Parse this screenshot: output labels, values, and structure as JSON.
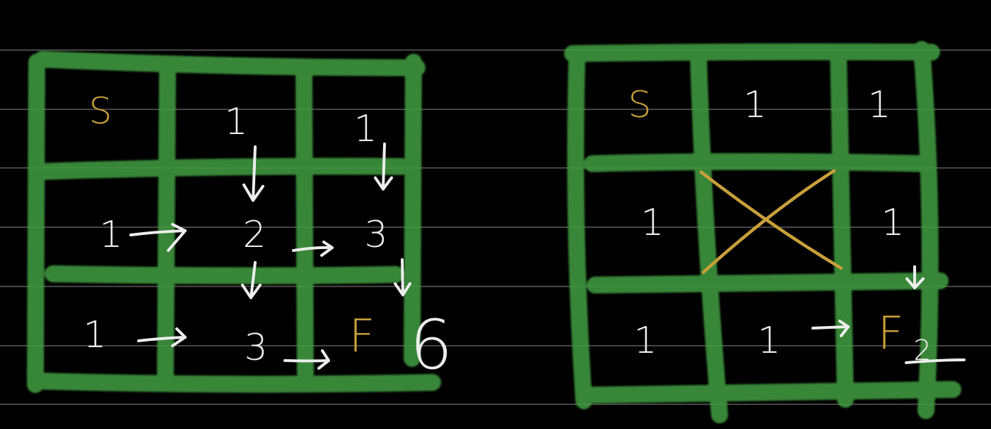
{
  "colors": {
    "background": "#000000",
    "ruled_line": "#8a8a8a",
    "grid": "#3f9a3f",
    "chalk": "#ededed",
    "accent": "#c9a03a"
  },
  "left_grid": {
    "cells": [
      [
        "S",
        "1",
        "1"
      ],
      [
        "1",
        "2",
        "3"
      ],
      [
        "1",
        "3",
        "F"
      ]
    ],
    "outside_label": "6"
  },
  "right_grid": {
    "cells": [
      [
        "S",
        "1",
        "1"
      ],
      [
        "1",
        "",
        "1"
      ],
      [
        "1",
        "1",
        "F"
      ]
    ],
    "blocked_cell": "center",
    "outside_label": "2"
  }
}
